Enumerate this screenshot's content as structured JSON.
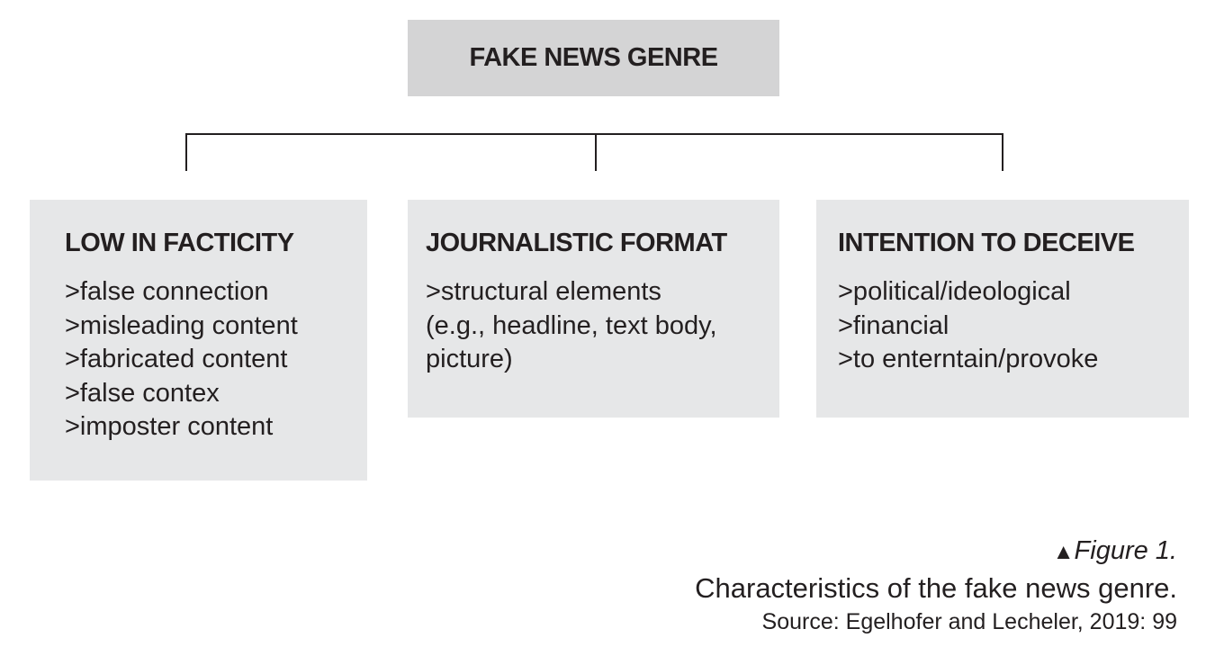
{
  "diagram": {
    "root": {
      "label": "FAKE NEWS GENRE",
      "color": "#d4d4d5"
    },
    "children": [
      {
        "title": "LOW IN FACTICITY",
        "items": [
          ">false connection",
          ">misleading content",
          ">fabricated content",
          ">false contex",
          ">imposter content"
        ]
      },
      {
        "title": "JOURNALISTIC FORMAT",
        "items": [
          ">structural elements",
          "(e.g., headline, text body,",
          "picture)"
        ]
      },
      {
        "title": "INTENTION TO DECEIVE",
        "items": [
          ">political/ideological",
          ">financial",
          ">to enterntain/provoke"
        ]
      }
    ],
    "box_color": "#e6e7e8",
    "connector_color": "#231f20"
  },
  "caption": {
    "marker": "▲",
    "figure_label": "Figure 1.",
    "title": "Characteristics of the fake news genre.",
    "source": "Source: Egelhofer and Lecheler, 2019: 99"
  }
}
